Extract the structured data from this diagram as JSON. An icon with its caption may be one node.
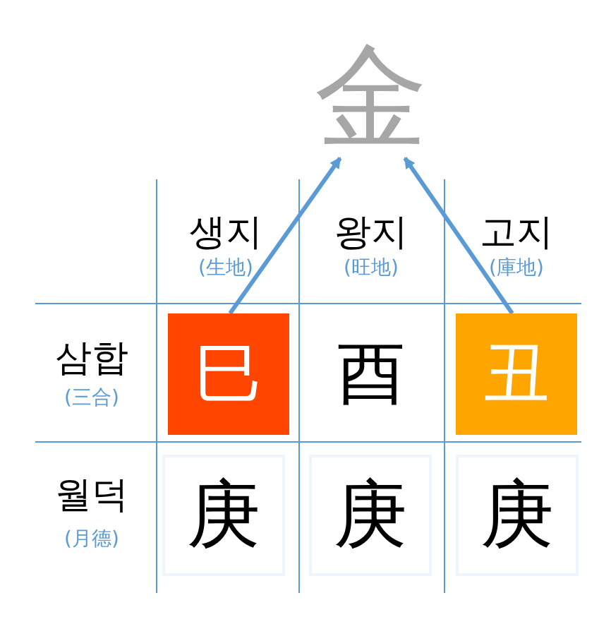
{
  "diagram": {
    "nodes": [
      {
        "text": [
          "金"
        ]
      },
      {
        "text": [
          "巳"
        ]
      },
      {
        "text": [
          "丑"
        ]
      },
      {
        "text": [
          "庚"
        ]
      },
      {
        "text": [
          "庚"
        ]
      },
      {
        "text": [
          "庚"
        ]
      }
    ],
    "edges": [
      {
        "from": 1,
        "to": 0,
        "arrow": "to"
      },
      {
        "from": 2,
        "to": 0,
        "arrow": "to"
      }
    ],
    "labels": [
      "생지",
      "(生地)",
      "왕지",
      "(旺地)",
      "고지",
      "(庫地)",
      "삼합",
      "(三合)",
      "酉",
      "월덕",
      "(月德)"
    ]
  }
}
